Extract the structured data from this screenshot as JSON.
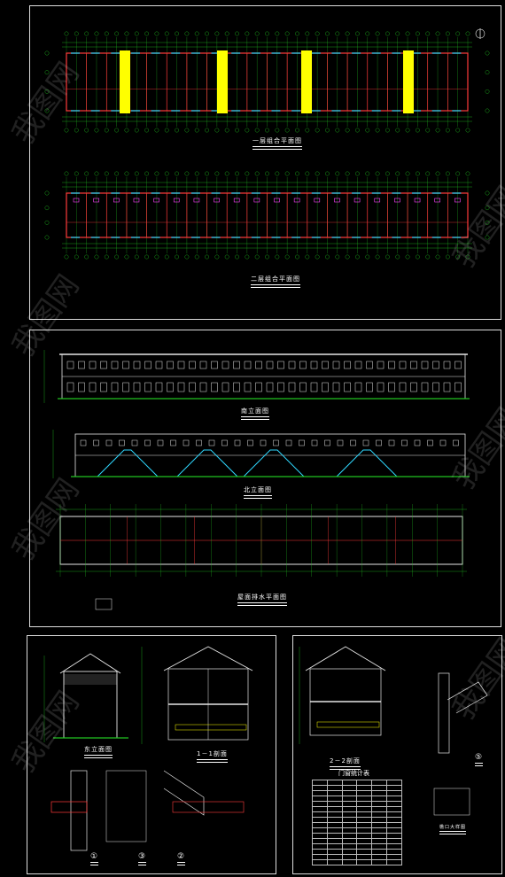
{
  "sheet1": {
    "plan1_title": "一层组合平面图",
    "plan2_title": "二层组合平面图"
  },
  "sheet2": {
    "south_title": "南立面图",
    "north_title": "北立面图",
    "roof_title": "屋面排水平面图"
  },
  "sheet3": {
    "east_title": "东立面图",
    "section_title": "1－1剖面",
    "detail_labels": [
      "①",
      "③",
      "②"
    ]
  },
  "sheet4": {
    "section_title": "2－2剖面",
    "table_title": "门窗统计表",
    "detail_label": "⑤",
    "note_title": "檐口大样图"
  },
  "watermark": "我图网",
  "colors": {
    "grid": "#21c421",
    "wall": "#ff3b3b",
    "door": "#ffff00",
    "cyan": "#2fd8ff",
    "magenta": "#ff44ff",
    "line": "#e6e6e6"
  }
}
